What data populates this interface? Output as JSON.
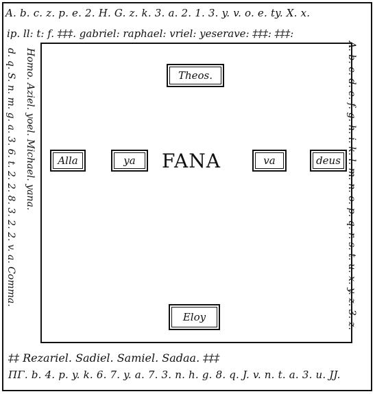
{
  "top_lines": [
    "A. b. c. z. p. e. 2. H. G. z. k. 3. a. 2. 1. 3. y. v. o. e. ty. X. x.",
    "ip. ll: t: f. ‡‡‡. gabriel: raphael: vriel: yeserave: ‡‡‡: ‡‡‡:"
  ],
  "left_columns": [
    "d. q. S. n. m. g. a. 3. 6. t. 2. 2. 8. 3. 2. 2. v. a. Comma.",
    "Homo. Aziel. yoel. Michael. yana."
  ],
  "right_column": "A. b. c. d. e. f. g. h. i. k. l. m. n. o. p. q. r. s. t. u. x. y. z. 3. z.",
  "bottom_lines": [
    "‡‡ Rezariel. Sadiel. Samiel. Sadaa. ‡‡‡",
    "ΠΓ. b. 4. p. y. k. 6. 7. y. a. 7. 3. n. h. g. 8. q. J. v. n. t. a. 3. u. JJ."
  ],
  "names": {
    "theos": "Theos.",
    "alla": "Alla",
    "ya": "ya",
    "center": "FANA",
    "va": "va",
    "deus": "deus",
    "eloy": "Eloy"
  }
}
